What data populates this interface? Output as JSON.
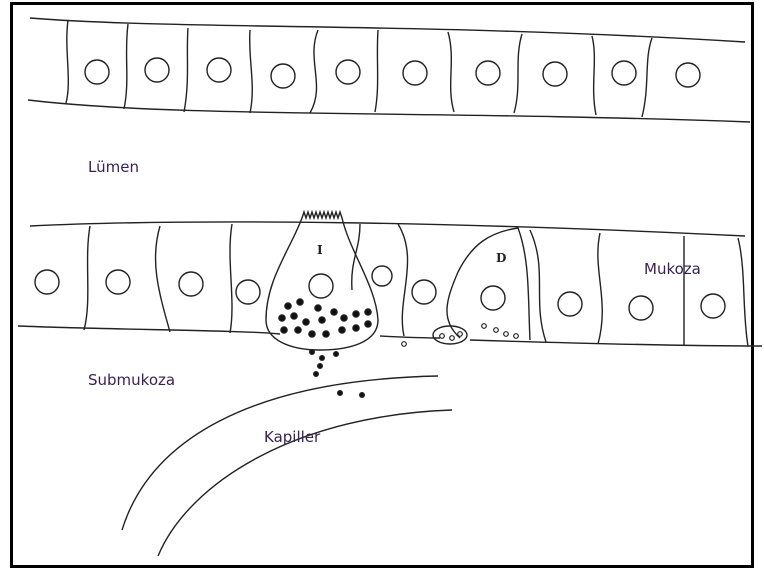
{
  "labels": {
    "lumen": "Lümen",
    "mukoza": "Mukoza",
    "submukoza": "Submukoza",
    "kapiller": "Kapiller"
  },
  "cell_marks": {
    "i_cell": "I",
    "d_cell": "D"
  },
  "colors": {
    "line": "#222222",
    "label": "#3a1f55",
    "frame": "#000000"
  }
}
